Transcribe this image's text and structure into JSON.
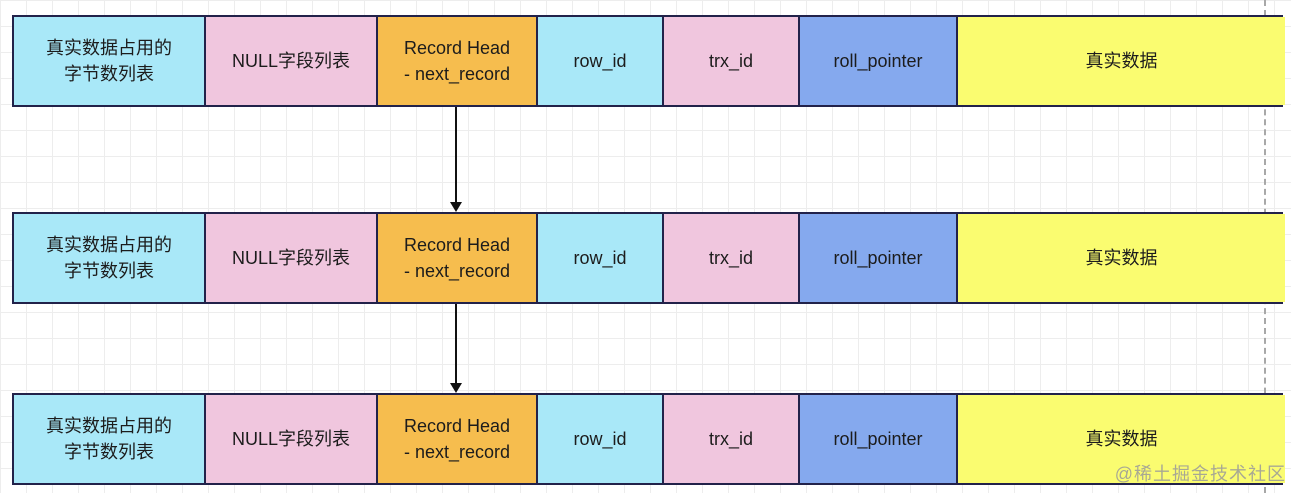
{
  "watermark": "@稀土掘金技术社区",
  "colors": {
    "segment_cyan": "#a9e8f8",
    "segment_pink": "#f0c6de",
    "segment_orange": "#f6bd4e",
    "segment_blue": "#85a9ee",
    "segment_yellow": "#fafc70",
    "box_border": "#22224a",
    "arrow": "#111111",
    "grid_line": "#ededed",
    "page_boundary_dash": "#a8a8a8"
  },
  "segments": [
    {
      "name": "var-length-bytes-list",
      "label": "真实数据占用的\n字节数列表",
      "fill": "#a9e8f8"
    },
    {
      "name": "null-field-list",
      "label": "NULL字段列表",
      "fill": "#f0c6de"
    },
    {
      "name": "record-head",
      "label": "Record Head\n- next_record",
      "fill": "#f6bd4e"
    },
    {
      "name": "row-id",
      "label": "row_id",
      "fill": "#a9e8f8"
    },
    {
      "name": "trx-id",
      "label": "trx_id",
      "fill": "#f0c6de"
    },
    {
      "name": "roll-pointer",
      "label": "roll_pointer",
      "fill": "#85a9ee"
    },
    {
      "name": "real-data",
      "label": "真实数据",
      "fill": "#fafc70"
    }
  ],
  "row_count": 3
}
